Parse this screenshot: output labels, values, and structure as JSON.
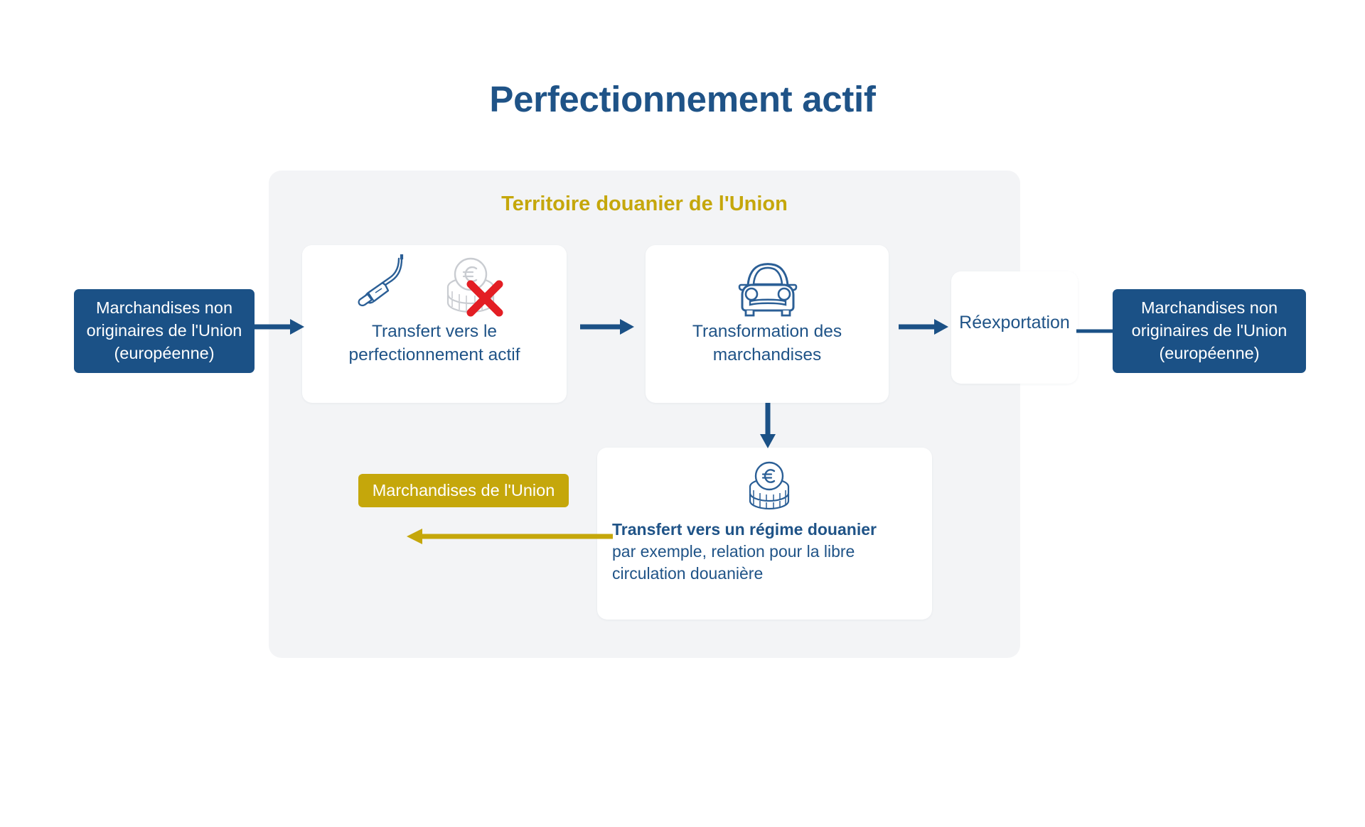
{
  "page": {
    "title": "Perfectionnement actif",
    "background": "#ffffff"
  },
  "colors": {
    "blue": "#1b5186",
    "blue_text": "#1f5387",
    "yellow": "#c5a70b",
    "grey_panel": "#f3f4f6",
    "red_cross": "#e31e24",
    "coin_grey": "#c9ccd1",
    "white": "#ffffff"
  },
  "territory": {
    "title": "Territoire douanier de l'Union"
  },
  "inputs": {
    "left_box": "Marchandises non originaires de l'Union (européenne)"
  },
  "outputs": {
    "right_box": "Marchandises non originaires de l'Union (européenne)",
    "union_goods_badge": "Marchandises de l'Union"
  },
  "cards": [
    {
      "id": "transfert",
      "label": "Transfert vers le perfectionnement actif",
      "icons": [
        "handpiece-tool-icon",
        "coins-euro-icon",
        "red-cross-icon"
      ]
    },
    {
      "id": "transformation",
      "label": "Transformation des marchandises",
      "icons": [
        "car-front-icon"
      ]
    },
    {
      "id": "reexport",
      "label": "Réexportation",
      "icons": []
    },
    {
      "id": "regime",
      "label_strong": "Transfert vers un régime douanier",
      "label_line1": "par exemple, relation pour la libre",
      "label_line2": "circulation douanière",
      "icons": [
        "coins-euro-icon"
      ]
    }
  ],
  "arrows": [
    {
      "id": "arrow-left-to-transfert",
      "direction": "right",
      "color": "#1b5186"
    },
    {
      "id": "arrow-transfert-to-transformation",
      "direction": "right",
      "color": "#1b5186"
    },
    {
      "id": "arrow-transformation-to-reexport",
      "direction": "right",
      "color": "#1b5186"
    },
    {
      "id": "arrow-reexport-to-right-box",
      "direction": "right",
      "color": "#1b5186"
    },
    {
      "id": "arrow-transformation-to-regime",
      "direction": "down",
      "color": "#1b5186"
    },
    {
      "id": "arrow-regime-to-union-goods",
      "direction": "left",
      "color": "#c5a70b"
    }
  ]
}
